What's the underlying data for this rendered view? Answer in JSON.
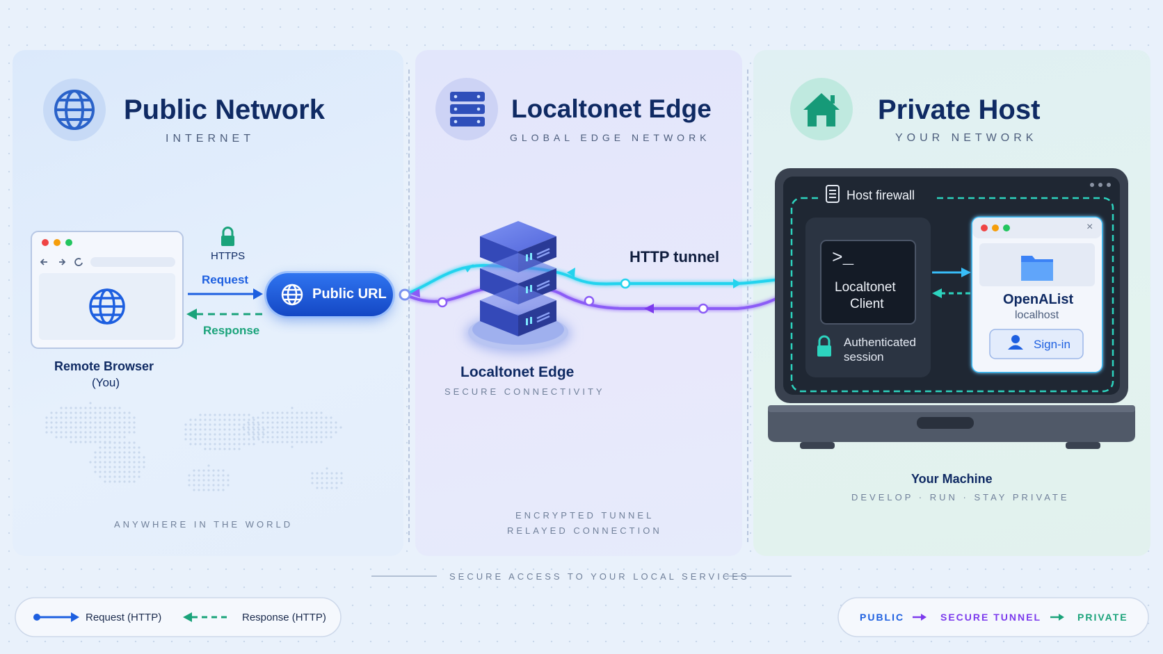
{
  "public": {
    "title": "Public Network",
    "subtitle": "INTERNET",
    "browser_label_1": "Remote Browser",
    "browser_label_2": "(You)",
    "https": "HTTPS",
    "request": "Request",
    "response": "Response",
    "public_url": "Public URL",
    "footer": "ANYWHERE IN THE WORLD"
  },
  "edge": {
    "title": "Localtonet Edge",
    "subtitle": "GLOBAL EDGE NETWORK",
    "server_label": "Localtonet Edge",
    "server_sub": "SECURE CONNECTIVITY",
    "tunnel_label": "HTTP tunnel",
    "footer_1": "ENCRYPTED TUNNEL",
    "footer_2": "RELAYED CONNECTION"
  },
  "private": {
    "title": "Private Host",
    "subtitle": "YOUR NETWORK",
    "firewall": "Host firewall",
    "client_prompt": ">_",
    "client_1": "Localtonet",
    "client_2": "Client",
    "auth_1": "Authenticated",
    "auth_2": "session",
    "app_name": "OpenAList",
    "app_host": "localhost",
    "signin": "Sign-in",
    "close": "×",
    "machine": "Your Machine",
    "machine_sub": "DEVELOP  ·  RUN  ·  STAY PRIVATE"
  },
  "bottom": {
    "center": "SECURE ACCESS TO YOUR LOCAL SERVICES",
    "legend_request": "Request (HTTP)",
    "legend_response": "Response (HTTP)",
    "flow_public": "PUBLIC",
    "flow_tunnel": "SECURE TUNNEL",
    "flow_private": "PRIVATE"
  },
  "colors": {
    "blue": "#1d5fe0",
    "green": "#1aa37a",
    "purple": "#7c3aed",
    "cyan": "#22d3ee",
    "navy": "#0f2a63"
  }
}
